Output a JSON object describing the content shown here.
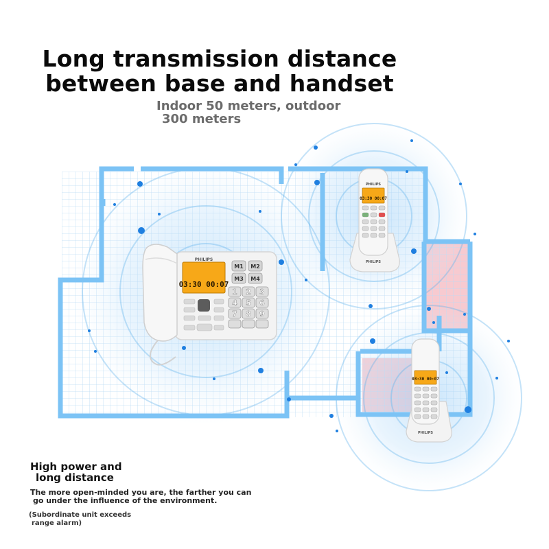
{
  "headline": {
    "line1": "Long transmission distance",
    "line2": "between base and handset"
  },
  "subheadline": {
    "line1": "Indoor 50 meters, outdoor",
    "line2": "300 meters"
  },
  "feature": {
    "title_line1": "High power and",
    "title_line2": "long distance",
    "desc_line1": "The more open-minded you are, the farther you can",
    "desc_line2": "go under the influence of the environment.",
    "note_line1": "(Subordinate unit exceeds",
    "note_line2": "range alarm)"
  },
  "product": {
    "brand": "PHILIPS",
    "base_display": "03:30 00:07",
    "handset_display": "03:30 00:07",
    "memory_keys": [
      "M1",
      "M2",
      "M3",
      "M4"
    ],
    "digit_keys": [
      "1",
      "2",
      "3",
      "4",
      "5",
      "6",
      "7",
      "8",
      "9"
    ]
  },
  "colors": {
    "floorplan_wall": "#7cc3f5",
    "grid_line": "#bcdcf5",
    "signal_ring": "#5aaeea",
    "signal_dot": "#1f7fe0",
    "highlight_room": "#f4b8c0",
    "lcd": "#f7a818",
    "device_body": "#f3f3f3"
  }
}
